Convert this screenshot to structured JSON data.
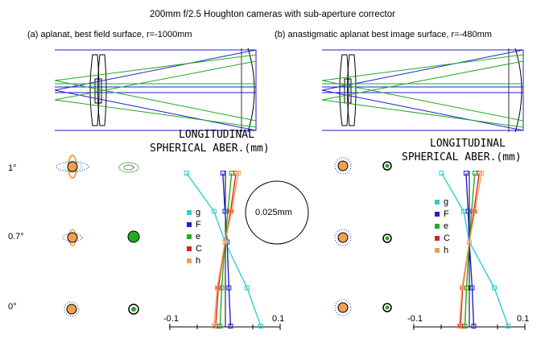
{
  "title": "200mm f/2.5  Houghton cameras with sub-aperture corrector",
  "panels": [
    {
      "id": "a",
      "label": "(a) aplanat, best field  surface, r=-1000mm",
      "lsa_title_line1": "LONGITUDINAL",
      "lsa_title_line2": "SPHERICAL ABER.(mm)",
      "axis_min_label": "-0.1",
      "axis_max_label": "0.1"
    },
    {
      "id": "b",
      "label": "(b) anastigmatic  aplanat  best image surface, r=-480mm",
      "lsa_title_line1": "LONGITUDINAL",
      "lsa_title_line2": "SPHERICAL ABER.(mm)",
      "axis_min_label": "-0.1",
      "axis_max_label": "0.1"
    }
  ],
  "field_labels": [
    "1°",
    "0.7°",
    "0°"
  ],
  "scale_circle_label": "0.025mm",
  "legend": [
    {
      "key": "g",
      "color": "#33cccc"
    },
    {
      "key": "F",
      "color": "#1f1fd6"
    },
    {
      "key": "e",
      "color": "#22aa22"
    },
    {
      "key": "C",
      "color": "#e02020"
    },
    {
      "key": "h",
      "color": "#f0a050"
    }
  ],
  "chart_data": [
    {
      "type": "line",
      "title": "LONGITUDINAL SPHERICAL ABER.(mm)",
      "xlim": [
        -0.1,
        0.1
      ],
      "series": [
        {
          "name": "g",
          "x": [
            -0.07,
            -0.02,
            0.0,
            0.04,
            0.065
          ],
          "y": [
            1.0,
            0.75,
            0.55,
            0.25,
            0.0
          ]
        },
        {
          "name": "F",
          "x": [
            -0.004,
            0.0,
            0.004,
            0.007,
            0.01
          ],
          "y": [
            1.0,
            0.75,
            0.55,
            0.25,
            0.0
          ]
        },
        {
          "name": "e",
          "x": [
            0.012,
            0.005,
            0.0,
            -0.006,
            -0.009
          ],
          "y": [
            1.0,
            0.75,
            0.55,
            0.25,
            0.0
          ]
        },
        {
          "name": "C",
          "x": [
            0.02,
            0.01,
            0.0,
            -0.012,
            -0.017
          ],
          "y": [
            1.0,
            0.75,
            0.55,
            0.25,
            0.0
          ]
        },
        {
          "name": "h",
          "x": [
            0.024,
            0.012,
            0.0,
            -0.014,
            -0.02
          ],
          "y": [
            1.0,
            0.75,
            0.55,
            0.25,
            0.0
          ]
        }
      ]
    },
    {
      "type": "line",
      "title": "LONGITUDINAL SPHERICAL ABER.(mm)",
      "xlim": [
        -0.1,
        0.1
      ],
      "series": [
        {
          "name": "g",
          "x": [
            -0.05,
            -0.01,
            0.0,
            0.045,
            0.07
          ],
          "y": [
            1.0,
            0.75,
            0.55,
            0.25,
            0.0
          ]
        },
        {
          "name": "F",
          "x": [
            -0.006,
            -0.002,
            0.0,
            0.005,
            0.008
          ],
          "y": [
            1.0,
            0.75,
            0.55,
            0.25,
            0.0
          ]
        },
        {
          "name": "e",
          "x": [
            0.01,
            0.004,
            0.0,
            -0.005,
            -0.008
          ],
          "y": [
            1.0,
            0.75,
            0.55,
            0.25,
            0.0
          ]
        },
        {
          "name": "C",
          "x": [
            0.018,
            0.008,
            0.0,
            -0.012,
            -0.016
          ],
          "y": [
            1.0,
            0.75,
            0.55,
            0.25,
            0.0
          ]
        },
        {
          "name": "h",
          "x": [
            0.022,
            0.01,
            0.0,
            -0.013,
            -0.018
          ],
          "y": [
            1.0,
            0.75,
            0.55,
            0.25,
            0.0
          ]
        }
      ]
    }
  ]
}
